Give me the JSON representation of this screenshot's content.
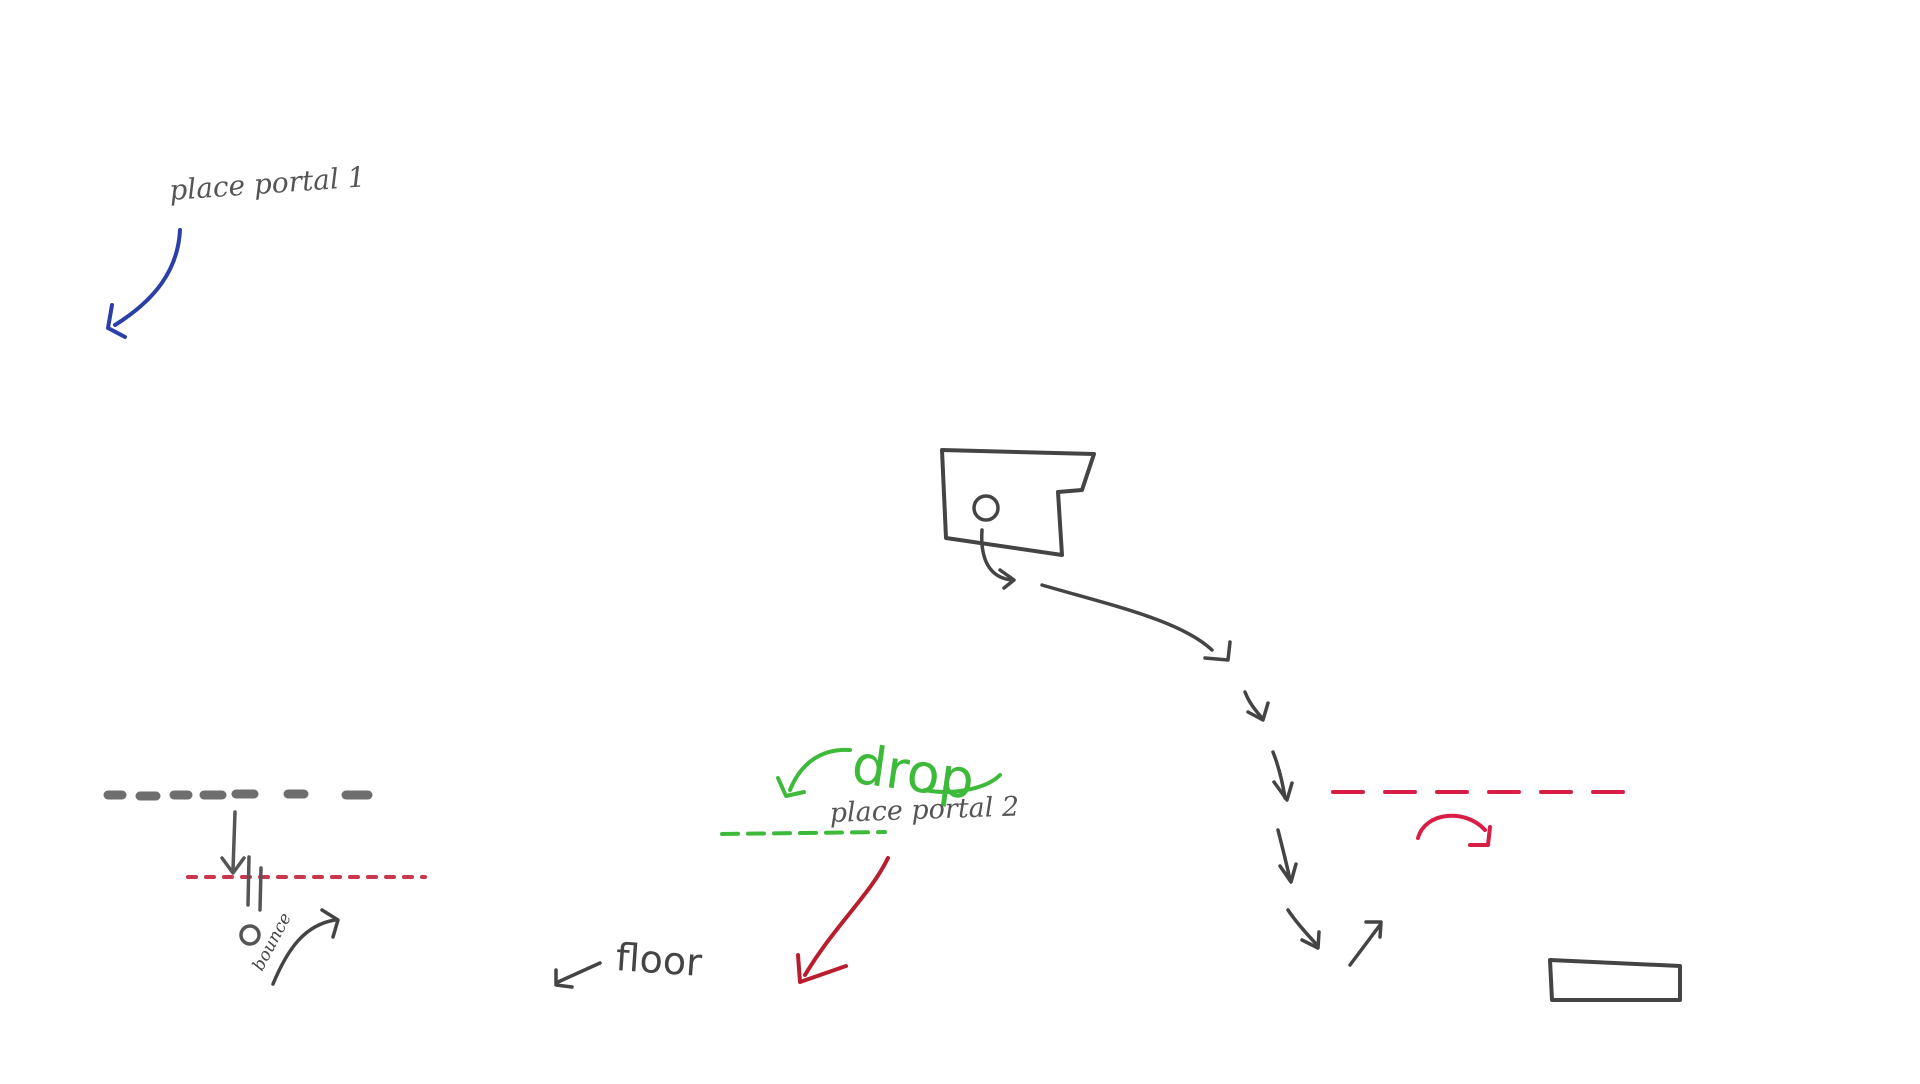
{
  "labels": {
    "place_portal_1": "place portal 1",
    "place_portal_2": "place portal 2",
    "drop": "drop",
    "floor": "floor",
    "bounce": "bounce"
  },
  "colors": {
    "ink": "#444444",
    "blue": "#2b3fa8",
    "green": "#3dba3a",
    "red": "#b81e2e",
    "crimson": "#d81e45"
  }
}
